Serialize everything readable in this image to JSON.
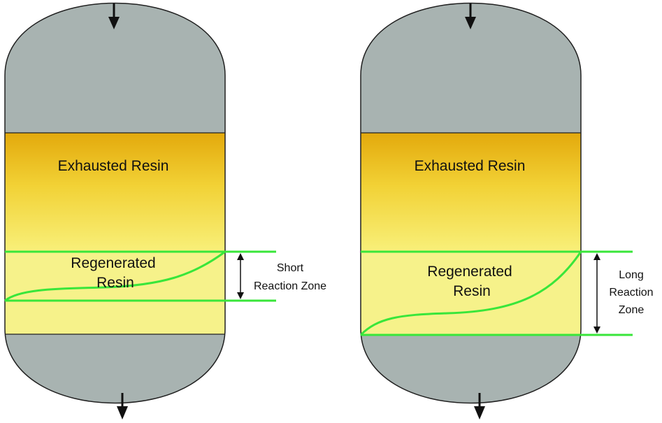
{
  "colors": {
    "shell": "#a8b3b1",
    "shell_outline": "#202020",
    "exhausted_top": "#e3a90c",
    "exhausted_bottom": "#f9ef6a",
    "regenerated": "#f6f28a",
    "front_line": "#39e63a",
    "arrow": "#111111"
  },
  "left_vessel": {
    "exhausted_label": "Exhausted Resin",
    "regenerated_label_line1": "Regenerated",
    "regenerated_label_line2": "Resin",
    "zone_label_line1": "Short",
    "zone_label_line2": "Reaction Zone"
  },
  "right_vessel": {
    "exhausted_label": "Exhausted Resin",
    "regenerated_label_line1": "Regenerated",
    "regenerated_label_line2": "Resin",
    "zone_label_line1": "Long",
    "zone_label_line2": "Reaction",
    "zone_label_line3": "Zone"
  },
  "icons": {
    "inlet": "arrow-down-icon",
    "outlet": "arrow-down-icon",
    "dimension": "double-arrow-icon"
  }
}
